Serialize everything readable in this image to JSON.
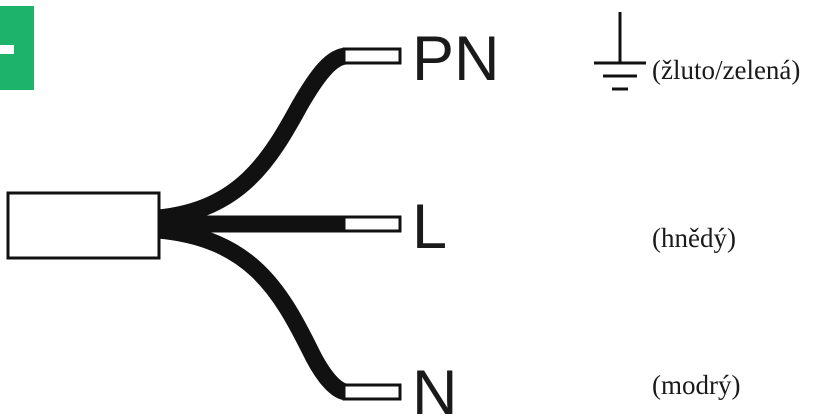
{
  "diagram": {
    "accent_color": "#1db36b",
    "wires": [
      {
        "id": "pe",
        "label": "PN",
        "color_note": "(žluto/zelená)",
        "has_ground_symbol": true
      },
      {
        "id": "l",
        "label": "L",
        "color_note": "(hnědý)",
        "has_ground_symbol": false
      },
      {
        "id": "n",
        "label": "N",
        "color_note": "(modrý)",
        "has_ground_symbol": false
      }
    ],
    "icons": {
      "ground": "ground-symbol-icon"
    }
  }
}
